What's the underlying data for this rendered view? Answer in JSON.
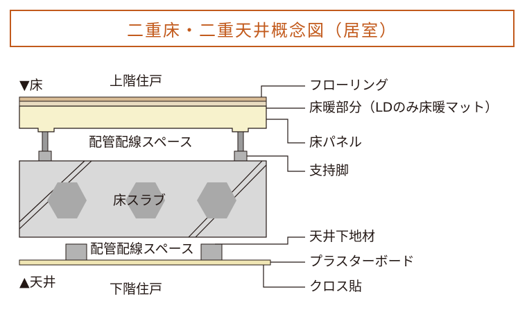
{
  "title": "二重床・二重天井概念図（居室）",
  "floor_marker": {
    "symbol": "▼",
    "label": "床"
  },
  "ceiling_marker": {
    "symbol": "▲",
    "label": "天井"
  },
  "upper_unit": "上階住戸",
  "lower_unit": "下階住戸",
  "piping_space_upper": "配管配線スペース",
  "piping_space_lower": "配管配線スペース",
  "slab_label": "床スラブ",
  "callouts": {
    "flooring": "フローリング",
    "floor_heating": "床暖部分（LDのみ床暖マット）",
    "floor_panel": "床パネル",
    "support_leg": "支持脚",
    "ceiling_joist": "天井下地材",
    "plasterboard": "プラスターボード",
    "cloth": "クロス貼"
  },
  "colors": {
    "accent": "#c25a1c",
    "panel": "#f7f2cc",
    "flooring": "#d8bc96",
    "slab": "#d9d9d9",
    "hexagon": "#a9a9a9",
    "joist": "#b3b3b3"
  }
}
